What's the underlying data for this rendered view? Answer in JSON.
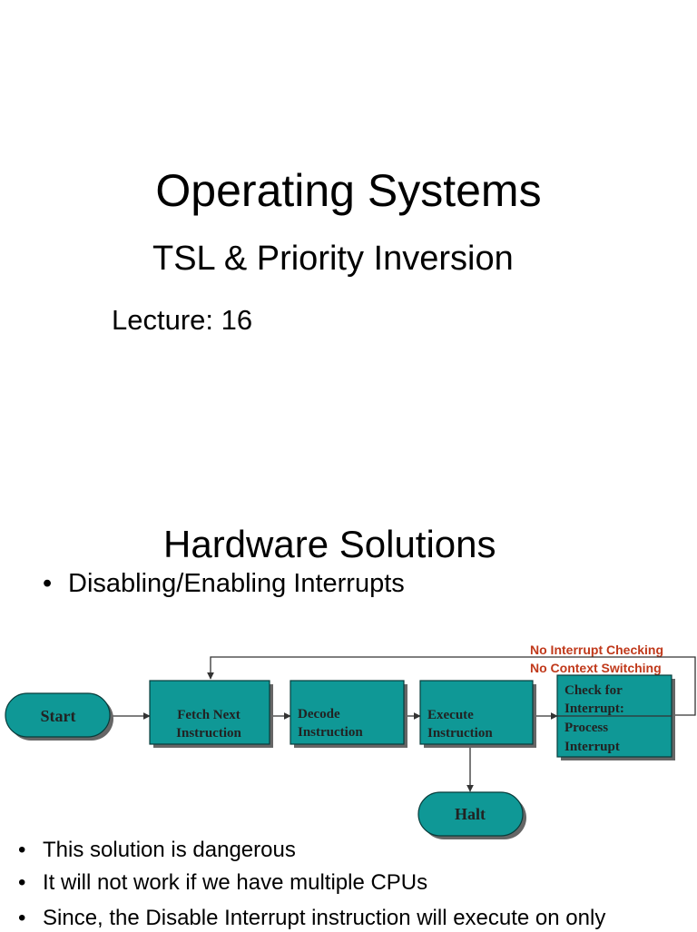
{
  "slide1": {
    "title": "Operating Systems",
    "subtitle": "TSL & Priority Inversion",
    "lecture": "Lecture: 16"
  },
  "slide2": {
    "title": "Hardware Solutions",
    "top_bullet": "Disabling/Enabling Interrupts",
    "diagram": {
      "notes": [
        "No Interrupt Checking",
        "No Context Switching"
      ],
      "start": "Start",
      "fetch": [
        "Fetch Next",
        "Instruction"
      ],
      "decode": [
        "Decode",
        "Instruction"
      ],
      "execute": [
        "Execute",
        "Instruction"
      ],
      "check": [
        "Check for",
        "Interrupt:",
        "Process",
        "Interrupt"
      ],
      "halt": "Halt"
    },
    "bullets": [
      "This solution is dangerous",
      "It will not work if we have multiple CPUs",
      "Since, the Disable Interrupt instruction will execute on only"
    ]
  },
  "colors": {
    "box_fill": "#0f9896",
    "note_text": "#c0391b"
  }
}
